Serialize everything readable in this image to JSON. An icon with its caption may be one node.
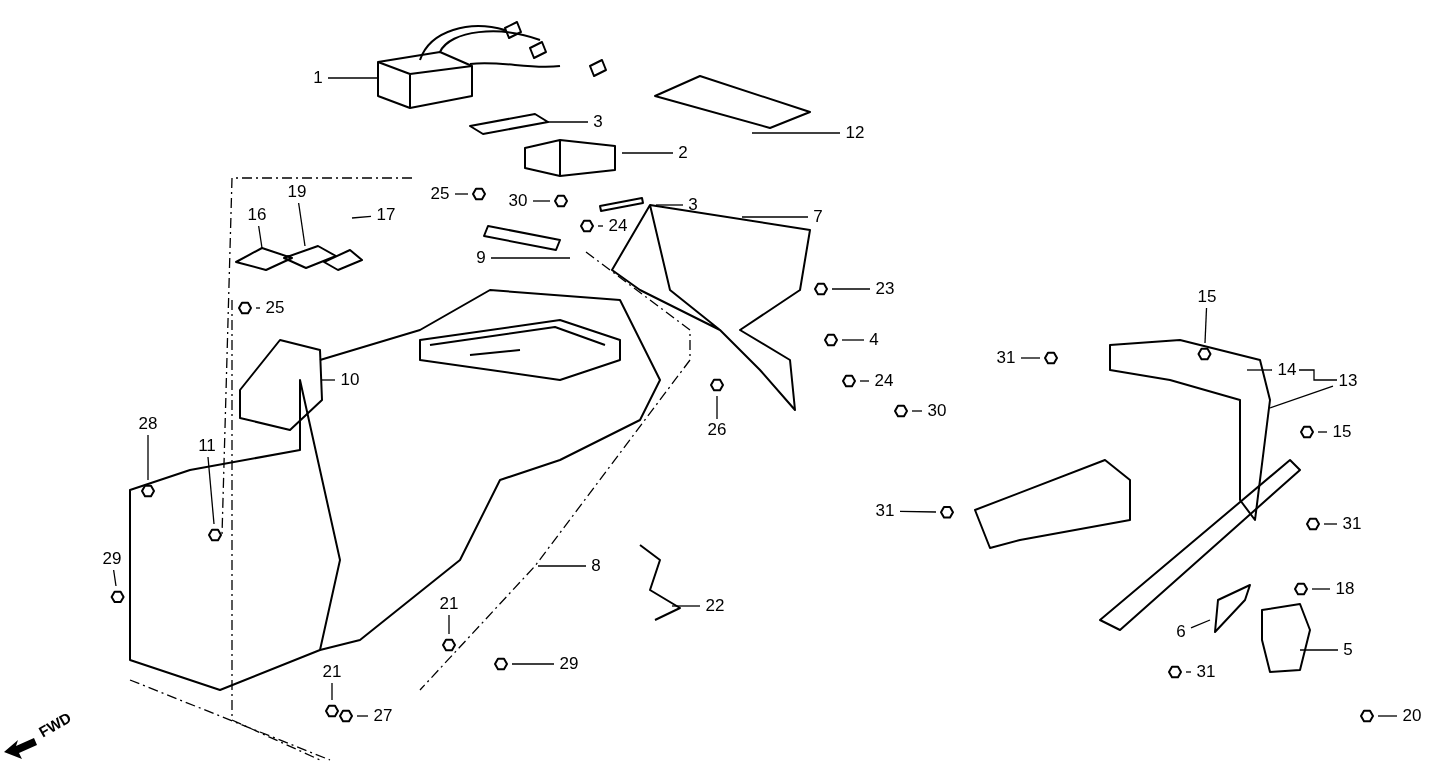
{
  "diagram": {
    "nodes": [
      {
        "text": [
          "1"
        ]
      },
      {
        "text": [
          "3"
        ]
      },
      {
        "text": [
          "2"
        ]
      },
      {
        "text": [
          "12"
        ]
      },
      {
        "text": [
          "3"
        ]
      },
      {
        "text": [
          "25"
        ]
      },
      {
        "text": [
          "30"
        ]
      },
      {
        "text": [
          "24"
        ]
      },
      {
        "text": [
          "16"
        ]
      },
      {
        "text": [
          "19"
        ]
      },
      {
        "text": [
          "17"
        ]
      },
      {
        "text": [
          "9"
        ]
      },
      {
        "text": [
          "7"
        ]
      },
      {
        "text": [
          "25"
        ]
      },
      {
        "text": [
          "23"
        ]
      },
      {
        "text": [
          "4"
        ]
      },
      {
        "text": [
          "10"
        ]
      },
      {
        "text": [
          "24"
        ]
      },
      {
        "text": [
          "30"
        ]
      },
      {
        "text": [
          "26"
        ]
      },
      {
        "text": [
          "15"
        ]
      },
      {
        "text": [
          "31"
        ]
      },
      {
        "text": [
          "14"
        ]
      },
      {
        "text": [
          "13"
        ]
      },
      {
        "text": [
          "15"
        ]
      },
      {
        "text": [
          "28"
        ]
      },
      {
        "text": [
          "11"
        ]
      },
      {
        "text": [
          "31"
        ]
      },
      {
        "text": [
          "31"
        ]
      },
      {
        "text": [
          "29"
        ]
      },
      {
        "text": [
          "8"
        ]
      },
      {
        "text": [
          "22"
        ]
      },
      {
        "text": [
          "21"
        ]
      },
      {
        "text": [
          "18"
        ]
      },
      {
        "text": [
          "29"
        ]
      },
      {
        "text": [
          "6"
        ]
      },
      {
        "text": [
          "5"
        ]
      },
      {
        "text": [
          "21"
        ]
      },
      {
        "text": [
          "27"
        ]
      },
      {
        "text": [
          "31"
        ]
      },
      {
        "text": [
          "20"
        ]
      }
    ],
    "edges": [
      {
        "from": 0,
        "to": null,
        "arrow": "none"
      },
      {
        "from": 1,
        "to": null,
        "arrow": "none"
      },
      {
        "from": 2,
        "to": null,
        "arrow": "none"
      },
      {
        "from": 3,
        "to": null,
        "arrow": "none"
      },
      {
        "from": 4,
        "to": null,
        "arrow": "none"
      },
      {
        "from": 5,
        "to": null,
        "arrow": "none"
      },
      {
        "from": 6,
        "to": null,
        "arrow": "none"
      },
      {
        "from": 7,
        "to": null,
        "arrow": "none"
      },
      {
        "from": 8,
        "to": null,
        "arrow": "none"
      },
      {
        "from": 9,
        "to": null,
        "arrow": "none"
      },
      {
        "from": 10,
        "to": null,
        "arrow": "none"
      },
      {
        "from": 11,
        "to": null,
        "arrow": "none"
      },
      {
        "from": 12,
        "to": null,
        "arrow": "none"
      },
      {
        "from": 13,
        "to": null,
        "arrow": "none"
      },
      {
        "from": 14,
        "to": null,
        "arrow": "none"
      },
      {
        "from": 15,
        "to": null,
        "arrow": "none"
      },
      {
        "from": 16,
        "to": null,
        "arrow": "none"
      },
      {
        "from": 17,
        "to": null,
        "arrow": "none"
      },
      {
        "from": 18,
        "to": null,
        "arrow": "none"
      },
      {
        "from": 19,
        "to": null,
        "arrow": "none"
      },
      {
        "from": 20,
        "to": null,
        "arrow": "none"
      },
      {
        "from": 21,
        "to": null,
        "arrow": "none"
      },
      {
        "from": 22,
        "to": null,
        "arrow": "none"
      },
      {
        "from": 23,
        "to": null,
        "arrow": "none"
      },
      {
        "from": 24,
        "to": null,
        "arrow": "none"
      },
      {
        "from": 25,
        "to": null,
        "arrow": "none"
      },
      {
        "from": 26,
        "to": null,
        "arrow": "none"
      },
      {
        "from": 27,
        "to": null,
        "arrow": "none"
      },
      {
        "from": 28,
        "to": null,
        "arrow": "none"
      },
      {
        "from": 29,
        "to": null,
        "arrow": "none"
      },
      {
        "from": 30,
        "to": null,
        "arrow": "none"
      },
      {
        "from": 31,
        "to": null,
        "arrow": "none"
      },
      {
        "from": 32,
        "to": null,
        "arrow": "none"
      },
      {
        "from": 33,
        "to": null,
        "arrow": "none"
      },
      {
        "from": 34,
        "to": null,
        "arrow": "none"
      },
      {
        "from": 35,
        "to": null,
        "arrow": "none"
      },
      {
        "from": 36,
        "to": null,
        "arrow": "none"
      },
      {
        "from": 37,
        "to": null,
        "arrow": "none"
      },
      {
        "from": 38,
        "to": null,
        "arrow": "none"
      },
      {
        "from": 39,
        "to": null,
        "arrow": "none"
      },
      {
        "from": 40,
        "to": null,
        "arrow": "none"
      },
      {
        "from": 22,
        "to": 23,
        "arrow": "none"
      }
    ],
    "labels": [
      "FWD"
    ]
  }
}
